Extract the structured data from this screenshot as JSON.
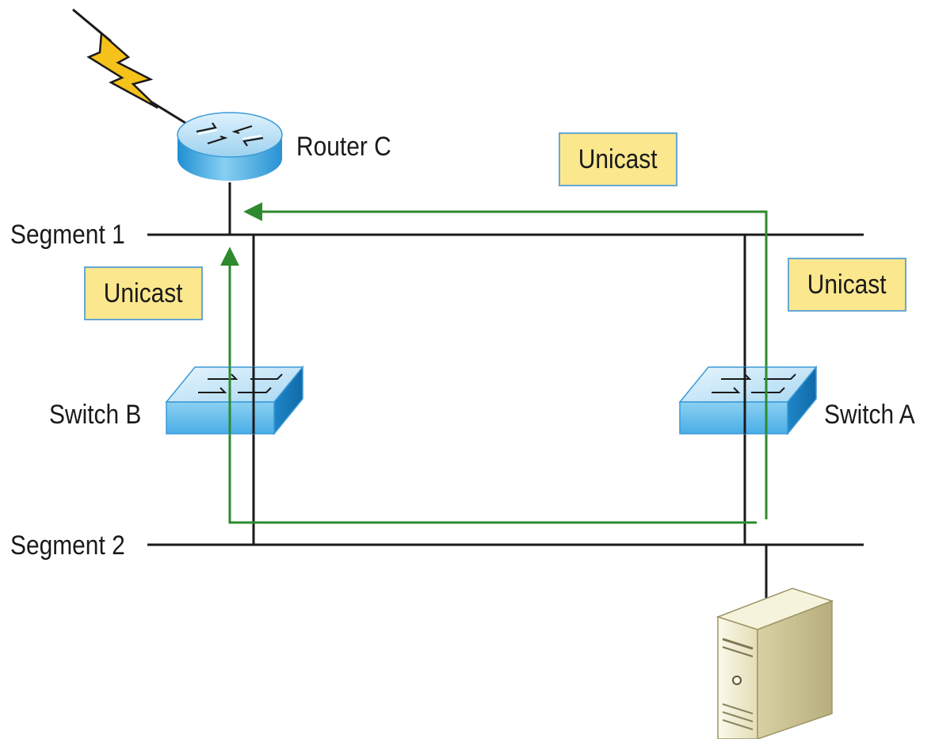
{
  "diagram": {
    "segments": {
      "segment1": "Segment 1",
      "segment2": "Segment 2"
    },
    "devices": {
      "router": "Router C",
      "switch_a": "Switch A",
      "switch_b": "Switch B"
    },
    "badges": {
      "top_right": "Unicast",
      "left": "Unicast",
      "right": "Unicast"
    },
    "colors": {
      "line": "#1a1a1a",
      "path": "#2d8a2d",
      "badge_fill": "#fbe78d",
      "badge_border": "#67a7d3",
      "device_blue": "#76c0ea",
      "server_beige": "#ece7c5",
      "lightning": "#f5c11b"
    },
    "icons": [
      "lightning-icon",
      "router-icon",
      "switch-icon",
      "server-icon"
    ]
  }
}
